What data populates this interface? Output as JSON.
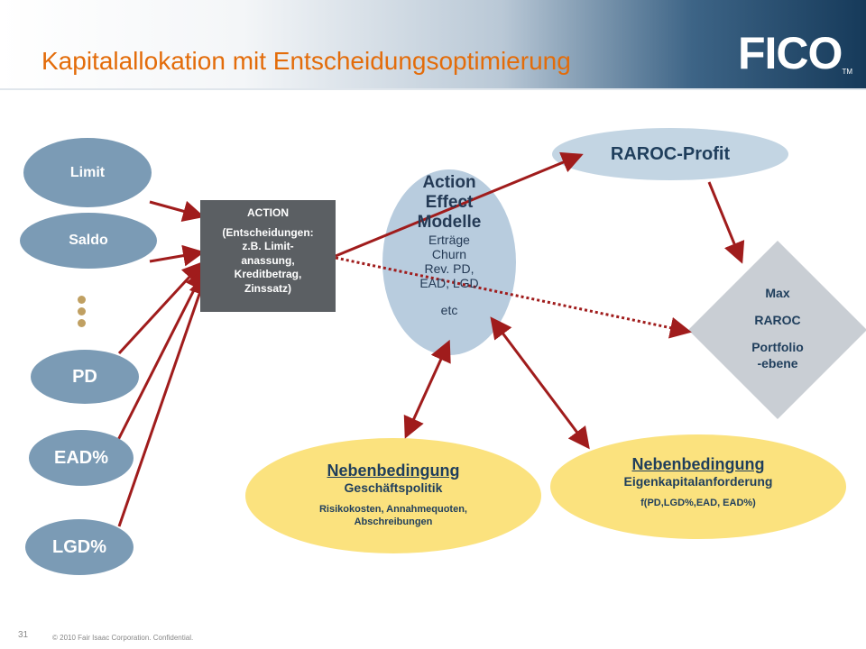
{
  "header": {
    "title": "Kapitalallokation mit Entscheidungsoptimierung",
    "logo": "FICO",
    "logo_tm": "TM"
  },
  "inputs": {
    "limit": "Limit",
    "saldo": "Saldo",
    "pd": "PD",
    "ead": "EAD%",
    "lgd": "LGD%"
  },
  "action_box": {
    "line1": "ACTION",
    "line2": "(Entscheidungen:",
    "line3": "z.B. Limit-",
    "line4": "anassung,",
    "line5": "Kreditbetrag,",
    "line6": "Zinssatz)"
  },
  "action_effect": {
    "title1": "Action",
    "title2": "Effect",
    "title3": "Modelle",
    "line1": "Erträge",
    "line2": "Churn",
    "line3": "Rev. PD,",
    "line4": "EAD, LGD",
    "line5": "etc"
  },
  "raroc_profit": "RAROC-Profit",
  "max_raroc": {
    "line1": "Max",
    "line2": "RAROC",
    "line3": "Portfolio",
    "line4": "-ebene"
  },
  "nebenbedingung_left": {
    "title": "Nebenbedingung",
    "subtitle": "Geschäftspolitik",
    "detail1": "Risikokosten,  Annahmequoten,",
    "detail2": "Abschreibungen"
  },
  "nebenbedingung_right": {
    "title": "Nebenbedingung",
    "subtitle": "Eigenkapitalanforderung",
    "detail": "f(PD,LGD%,EAD,  EAD%)"
  },
  "footer": {
    "page_number": "31",
    "copyright": "© 2010  Fair Isaac Corporation.  Confidential."
  },
  "colors": {
    "title": "#e36c0a",
    "arrow": "#a01c1c",
    "input_ellipse": "#7b9bb5",
    "constraint": "#fbe27e"
  }
}
